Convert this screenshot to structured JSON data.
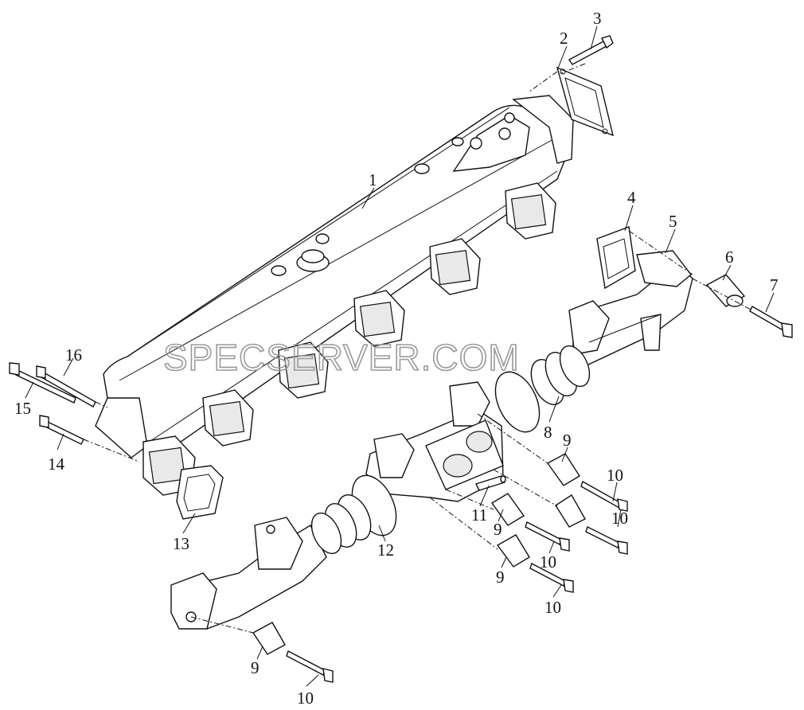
{
  "watermark": "SPECSERVER.COM",
  "callouts": {
    "c1": "1",
    "c2": "2",
    "c3": "3",
    "c4": "4",
    "c5": "5",
    "c6": "6",
    "c7": "7",
    "c8": "8",
    "c9a": "9",
    "c9b": "9",
    "c9c": "9",
    "c9d": "9",
    "c10a": "10",
    "c10b": "10",
    "c10c": "10",
    "c10d": "10",
    "c10e": "10",
    "c11": "11",
    "c12": "12",
    "c13": "13",
    "c14": "14",
    "c15": "15",
    "c16": "16"
  }
}
